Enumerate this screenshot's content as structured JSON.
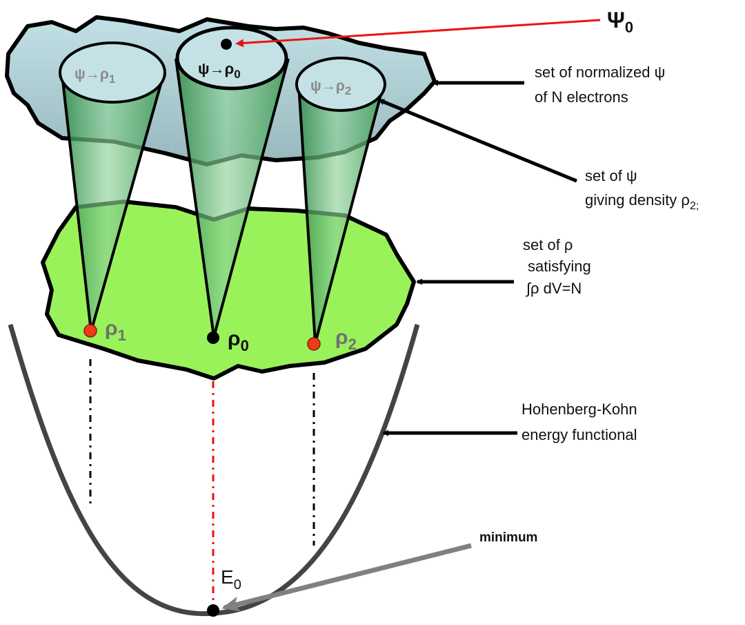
{
  "labels": {
    "psi_set_line1": "set of normalized ψ",
    "psi_set_line2": "of N electrons",
    "rho2_set_line1": "set of ψ",
    "rho2_set_line2": "giving density ρ",
    "rho2_set_sub": "2;",
    "density_set_line1": "set of  ρ",
    "density_set_line2": "satisfying",
    "density_set_line3": "∫ρ dV=N",
    "functional_line1": "Hohenberg-Kohn",
    "functional_line2": "energy functional",
    "minimum": "minimum"
  },
  "symbols": {
    "psi0": "Ψ",
    "psi0_sub": "0",
    "map1": "ψ→ρ",
    "map1_sub": "1",
    "map0": "ψ→ρ",
    "map0_sub": "0",
    "map2": "ψ→ρ",
    "map2_sub": "2",
    "rho1": "ρ",
    "rho1_sub": "1",
    "rho0": "ρ",
    "rho0_sub": "0",
    "rho2": "ρ",
    "rho2_sub": "2",
    "e0": "E",
    "e0_sub": "0"
  },
  "colors": {
    "psi_space_fill": "#b3d6db",
    "density_space_fill": "#99f25a",
    "cone_fill": "#5cb86e",
    "point_red": "#ee3b1c",
    "arrow_red": "#ee1111",
    "curve": "#444444",
    "minimum_arrow": "#808080"
  }
}
